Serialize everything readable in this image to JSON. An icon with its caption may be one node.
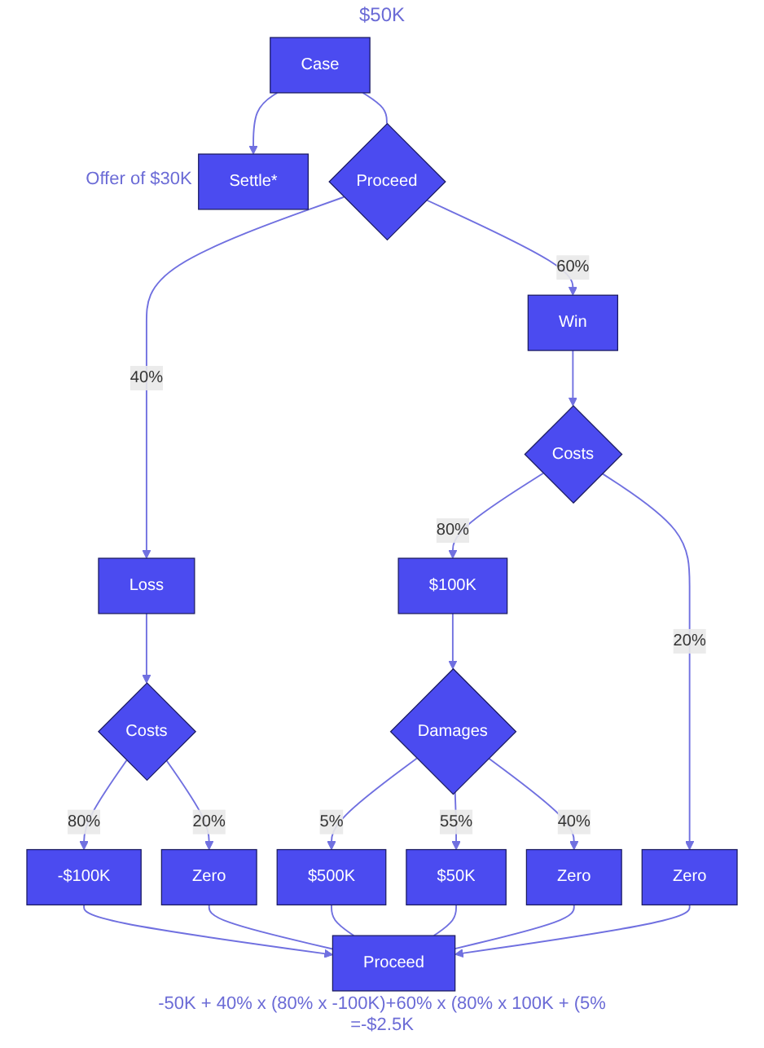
{
  "diagram": {
    "nodes": [
      {
        "text": [
          "Case"
        ]
      },
      {
        "text": [
          "Proceed"
        ]
      },
      {
        "text": [
          "Loss"
        ]
      },
      {
        "text": [
          "Win"
        ]
      },
      {
        "text": [
          "Costs"
        ]
      },
      {
        "text": [
          "Costs"
        ]
      },
      {
        "text": [
          "-$100K"
        ]
      },
      {
        "text": [
          "Zero"
        ]
      },
      {
        "text": [
          "$100K"
        ]
      },
      {
        "text": [
          "Zero"
        ]
      },
      {
        "text": [
          "Damages"
        ]
      },
      {
        "text": [
          "$500K"
        ]
      },
      {
        "text": [
          "Zero"
        ]
      },
      {
        "text": [
          "$50K"
        ]
      },
      {
        "text": [
          "Proceed"
        ],
        "beside": [
          "-50K + 40% x (80% x -100K)+60% x (80% x 100K + (5%",
          "=-$2.5K"
        ]
      },
      {
        "text": [
          "Settle*"
        ],
        "beside": [
          "Offer of $30K"
        ]
      }
    ],
    "edges": [
      {
        "from": 0,
        "to": 1,
        "arrow": "none"
      },
      {
        "from": 1,
        "to": 2,
        "arrow": "to",
        "label": "40%"
      },
      {
        "from": 1,
        "to": 3,
        "arrow": "to",
        "label": "60%"
      },
      {
        "from": 2,
        "to": 4,
        "arrow": "to"
      },
      {
        "from": 3,
        "to": 5,
        "arrow": "to"
      },
      {
        "from": 4,
        "to": 6,
        "arrow": "to",
        "label": "80%"
      },
      {
        "from": 4,
        "to": 7,
        "arrow": "to",
        "label": "20%"
      },
      {
        "from": 5,
        "to": 8,
        "arrow": "to",
        "label": "80%"
      },
      {
        "from": 5,
        "to": 9,
        "arrow": "to",
        "label": "20%"
      },
      {
        "from": 8,
        "to": 10,
        "arrow": "to"
      },
      {
        "from": 10,
        "to": 11,
        "arrow": "to",
        "label": "5%"
      },
      {
        "from": 10,
        "to": 13,
        "arrow": "to",
        "label": "55%"
      },
      {
        "from": 10,
        "to": 12,
        "arrow": "to",
        "label": "40%"
      },
      {
        "from": 6,
        "to": 14,
        "arrow": "to"
      },
      {
        "from": 7,
        "to": 14,
        "arrow": "none"
      },
      {
        "from": 11,
        "to": 14,
        "arrow": "none"
      },
      {
        "from": 13,
        "to": 14,
        "arrow": "none"
      },
      {
        "from": 12,
        "to": 14,
        "arrow": "none"
      },
      {
        "from": 9,
        "to": 14,
        "arrow": "to"
      },
      {
        "from": 0,
        "to": 15,
        "arrow": "to"
      }
    ],
    "labels": [
      "$50K"
    ]
  }
}
